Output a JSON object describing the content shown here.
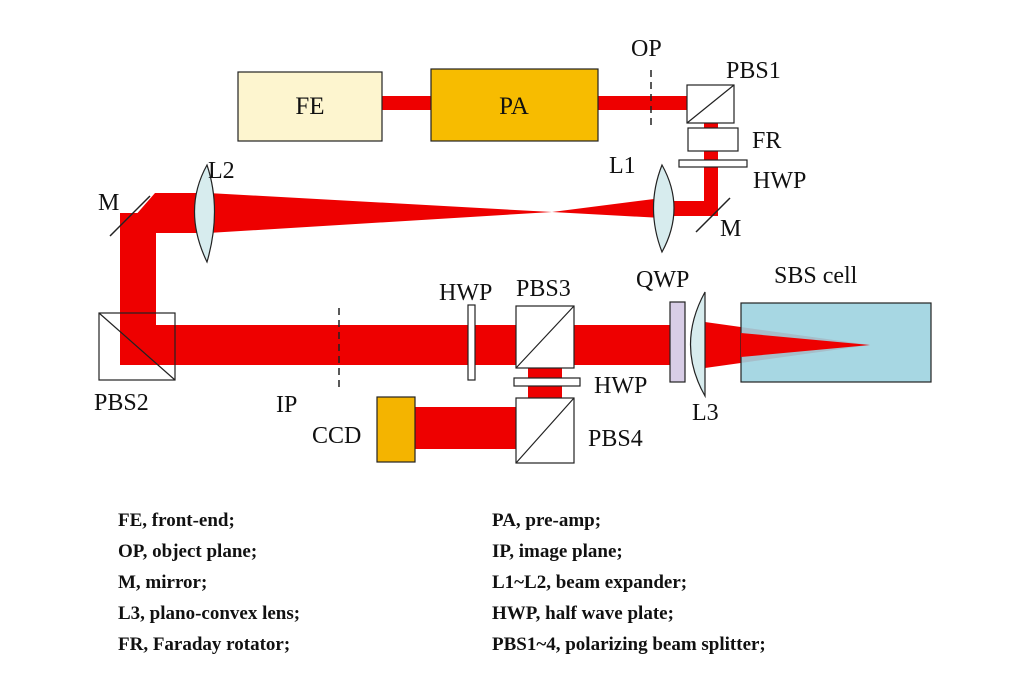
{
  "diagram": {
    "colors": {
      "beam": "#ee0000",
      "fe_fill": "#fdf5cf",
      "pa_fill": "#f7bc00",
      "ccd_fill": "#f4b400",
      "sbs_fill": "#9dd3e0",
      "qwp_fill": "#d8cde6",
      "lens_fill": "#d7ecee"
    },
    "boxes": {
      "fe": "FE",
      "pa": "PA"
    },
    "labels": {
      "op": "OP",
      "pbs1": "PBS1",
      "fr": "FR",
      "hwp_top": "HWP",
      "l1": "L1",
      "m_right": "M",
      "l2": "L2",
      "m_left": "M",
      "qwp": "QWP",
      "sbs_cell": "SBS cell",
      "hwp_mid": "HWP",
      "pbs3": "PBS3",
      "pbs2": "PBS2",
      "ip": "IP",
      "hwp_low": "HWP",
      "l3": "L3",
      "ccd": "CCD",
      "pbs4": "PBS4"
    }
  },
  "legend": {
    "left": [
      "FE, front-end;",
      "OP, object plane;",
      "M, mirror;",
      "L3, plano-convex lens;",
      "FR, Faraday rotator;"
    ],
    "right": [
      "PA, pre-amp;",
      "IP, image plane;",
      "L1~L2, beam expander;",
      "HWP, half wave plate;",
      "PBS1~4, polarizing beam splitter;"
    ]
  }
}
